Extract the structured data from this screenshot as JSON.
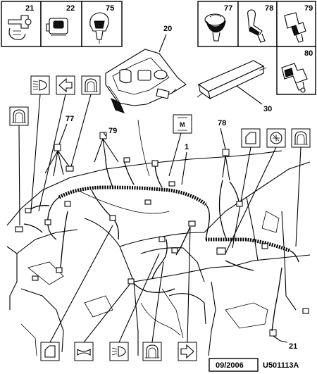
{
  "top_left_parts": [
    "21",
    "22",
    "75"
  ],
  "top_right_parts": [
    "77",
    "78",
    "79",
    "80"
  ],
  "callouts": {
    "c20": "20",
    "c30": "30",
    "c77": "77",
    "c79": "79",
    "c78": "78",
    "c1": "1",
    "c21": "21"
  },
  "icon_m_letter": "M",
  "footer": {
    "date": "09/2006",
    "reference": "U501113A"
  }
}
